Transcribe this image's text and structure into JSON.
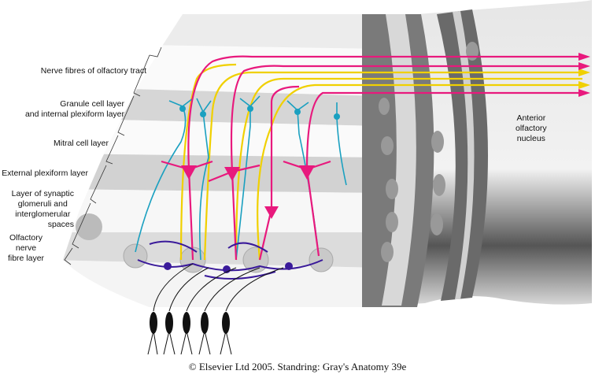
{
  "labels": {
    "nerve_fibres": "Nerve fibres of olfactory tract",
    "granule_1": "Granule cell layer",
    "granule_2": "and internal plexiform layer",
    "mitral": "Mitral cell layer",
    "external_plexiform": "External plexiform layer",
    "synaptic_1": "Layer of synaptic",
    "synaptic_2": "glomeruli and",
    "synaptic_3": "interglomerular",
    "synaptic_4": "spaces",
    "olfactory_nerve_1": "Olfactory nerve",
    "olfactory_nerve_2": "fibre layer",
    "anterior_1": "Anterior",
    "anterior_2": "olfactory",
    "anterior_3": "nucleus"
  },
  "credit": "© Elsevier Ltd 2005. Standring: Gray's Anatomy 39e",
  "colors": {
    "mitral": "#e8197d",
    "granule": "#1aa0c0",
    "fibre": "#f0d000",
    "periglomerular": "#3a1a9a",
    "receptor": "#111111",
    "orange": "#f07010"
  }
}
